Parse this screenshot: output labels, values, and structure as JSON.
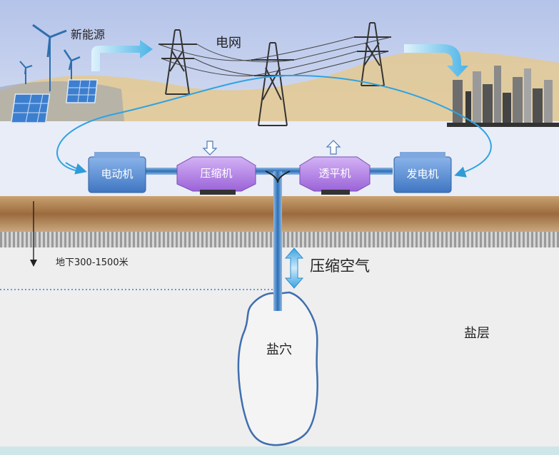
{
  "labels": {
    "renewables": "新能源",
    "grid": "电网",
    "motor": "电动机",
    "compressor": "压缩机",
    "turbine": "透平机",
    "generator": "发电机",
    "depth": "地下300-1500米",
    "compressed_air": "压缩空气",
    "salt_cavern": "盐穴",
    "salt_layer": "盐层"
  },
  "icons": {
    "wind": "wind-turbine-icon",
    "solar": "solar-panel-icon",
    "tower": "transmission-tower-icon",
    "city": "city-skyline-icon"
  },
  "colors": {
    "sky_top": "#b9c8ea",
    "sky_bottom": "#dfe6f5",
    "hill": "#e3c88f",
    "ground": "#a6774a",
    "machine_blue": "#5b92d4",
    "machine_purple": "#b07de0",
    "pipe_blue": "#2f7fc1",
    "flow_arrow": "#6ec8ec",
    "salt": "#eeeeee",
    "cavern_edge": "#3c6fb0"
  }
}
